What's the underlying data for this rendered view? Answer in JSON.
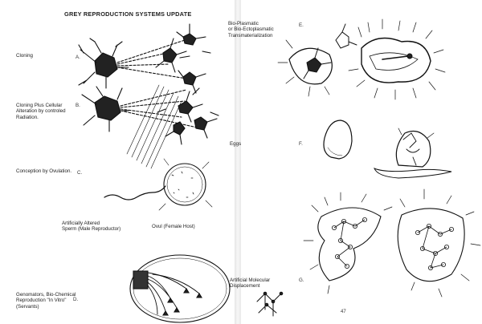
{
  "title": "GREY REPRODUCTION SYSTEMS UPDATE",
  "left": {
    "items": [
      {
        "label_lines": [
          "Cloning"
        ],
        "letter": "A."
      },
      {
        "label_lines": [
          "Cloning Plus Cellular",
          "Alteration by controled",
          "Radiation."
        ],
        "letter": "B."
      },
      {
        "label_lines": [
          "Conception by Ovulation."
        ],
        "letter": "C."
      },
      {
        "label_lines": [
          "Genomators, Bio-Chemical",
          "Reproduction \"In Vitro\"",
          "(Servants)"
        ],
        "letter": "D."
      }
    ],
    "caption_sperm": [
      "Artificially Altered",
      "Sperm (Male Reproductor)"
    ],
    "caption_ovul": [
      "Ovul (Female Host)"
    ]
  },
  "right": {
    "items": [
      {
        "label_lines": [
          "Bio-Plasmatic",
          "or Bio-Ectoplasmatic",
          "Transmaterialization"
        ],
        "letter": "E."
      },
      {
        "label_lines": [
          "Eggs"
        ],
        "letter": "F."
      },
      {
        "label_lines": [
          "Artificial Molecular",
          "Displacement"
        ],
        "letter": "G."
      }
    ],
    "page_number": "47"
  }
}
